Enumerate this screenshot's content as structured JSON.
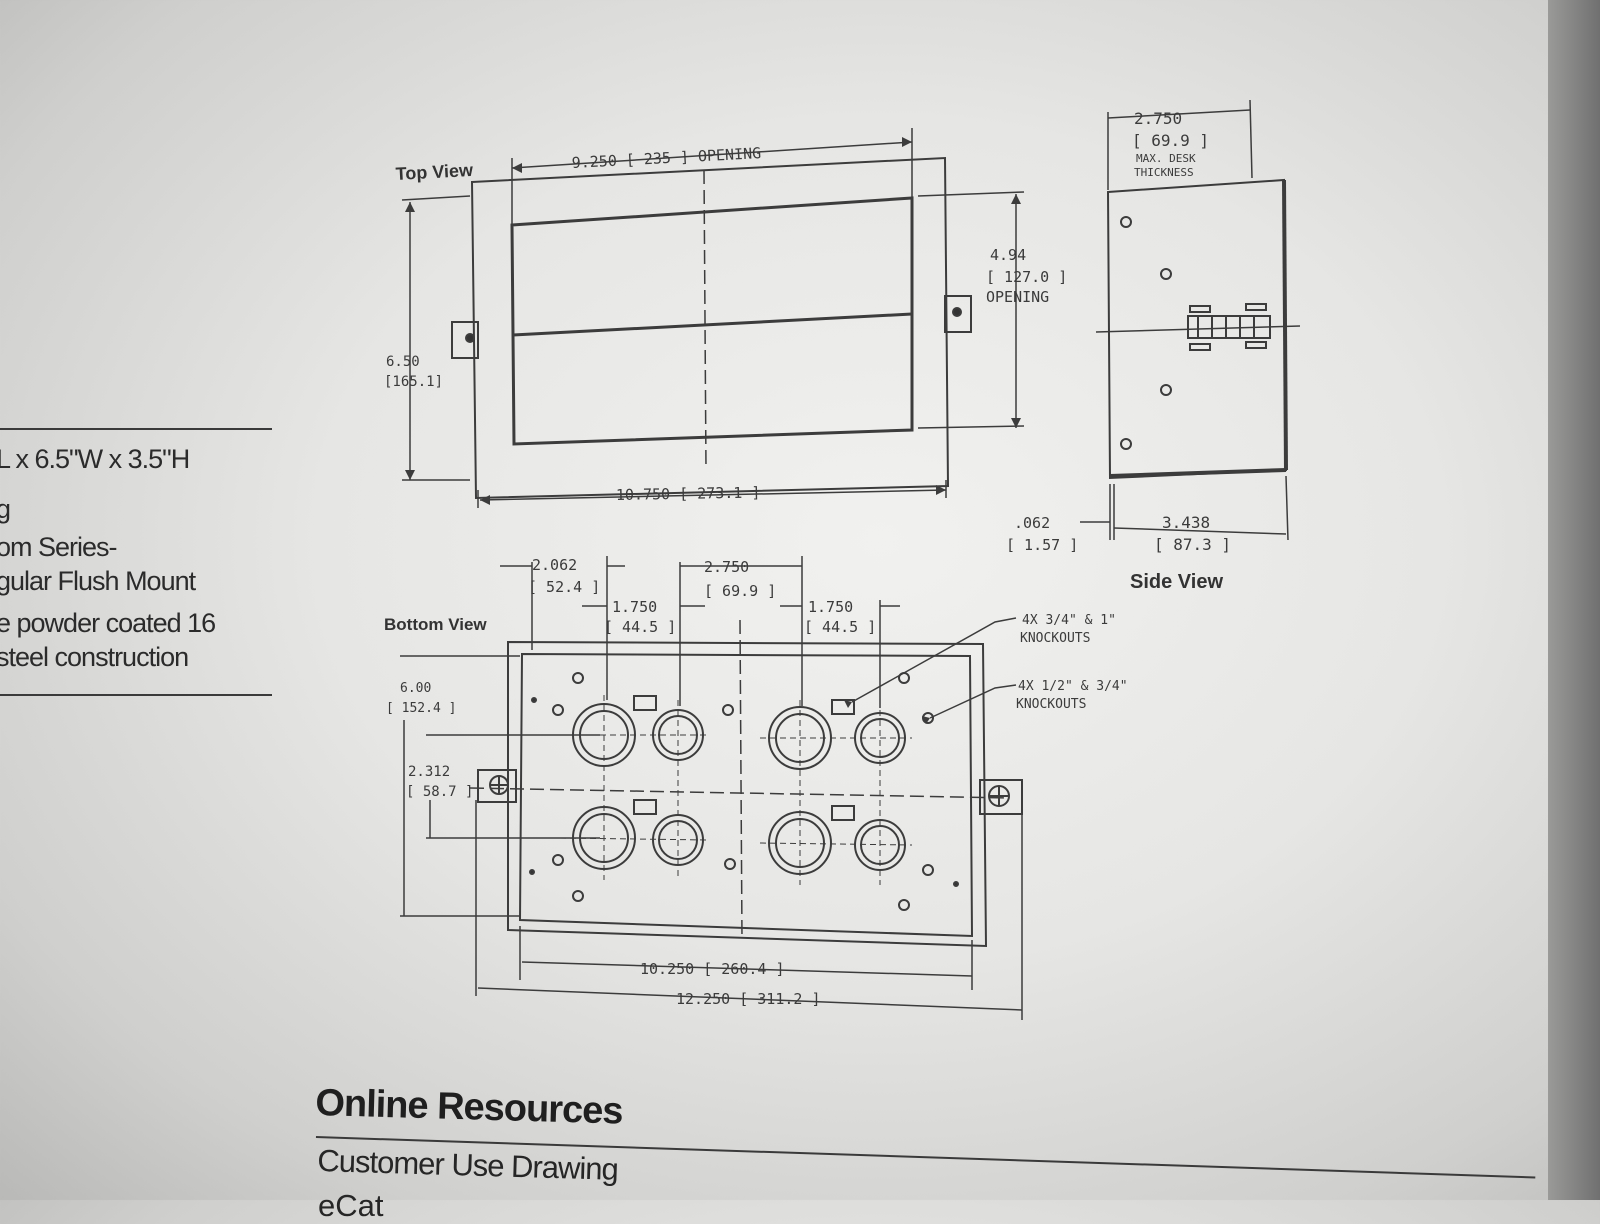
{
  "specs": {
    "lines": [
      "L x 6.5\"W x 3.5\"H",
      "g",
      "om Series-",
      "gular Flush Mount",
      "e powder coated 16",
      "steel construction"
    ]
  },
  "drawing": {
    "top_view": {
      "label": "Top View",
      "dim_width_opening": "9.250 [ 235 ] OPENING",
      "dim_height_opening_in": "4.94",
      "dim_height_opening_mm": "[ 127.0 ]",
      "dim_height_opening_note": "OPENING",
      "dim_height_in": "6.50",
      "dim_height_mm": "[165.1]",
      "dim_overall_width": "10.750 [ 273.1 ]"
    },
    "side_view": {
      "label": "Side View",
      "dim_desk_in": "2.750",
      "dim_desk_mm": "[ 69.9 ]",
      "dim_desk_note_1": "MAX. DESK",
      "dim_desk_note_2": "THICKNESS",
      "dim_flange_in": ".062",
      "dim_flange_mm": "[ 1.57 ]",
      "dim_depth_in": "3.438",
      "dim_depth_mm": "[ 87.3 ]"
    },
    "bottom_view": {
      "label": "Bottom View",
      "dim_a_in": "2.062",
      "dim_a_mm": "[ 52.4 ]",
      "dim_b_in": "1.750",
      "dim_b_mm": "[ 44.5 ]",
      "dim_c_in": "2.750",
      "dim_c_mm": "[ 69.9 ]",
      "dim_d_in": "1.750",
      "dim_d_mm": "[ 44.5 ]",
      "dim_height_in": "6.00",
      "dim_height_mm": "[ 152.4 ]",
      "dim_tab_in": "2.312",
      "dim_tab_mm": "[ 58.7 ]",
      "dim_inner_width": "10.250 [ 260.4 ]",
      "dim_overall_width": "12.250 [ 311.2 ]",
      "callout_large_1": "4X 3/4\" & 1\"",
      "callout_large_2": "KNOCKOUTS",
      "callout_small_1": "4X 1/2\" & 3/4\"",
      "callout_small_2": "KNOCKOUTS"
    }
  },
  "resources": {
    "title": "Online Resources",
    "item_1": "Customer Use Drawing",
    "item_2": "eCat"
  }
}
